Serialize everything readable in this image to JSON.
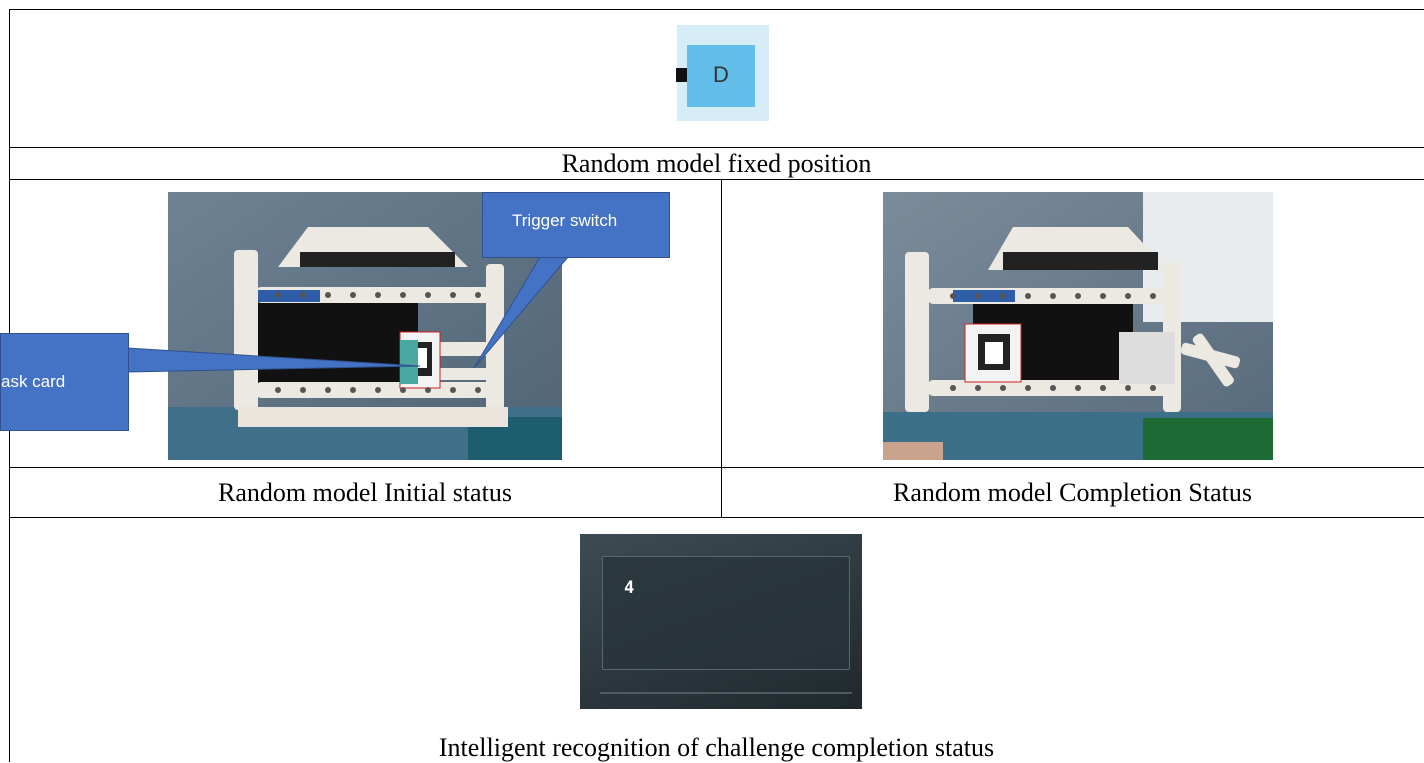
{
  "top_marker": {
    "letter": "D"
  },
  "captions": {
    "fixed_position": "Random model fixed position",
    "initial_status": "Random model Initial status",
    "completion_status": "Random model Completion Status",
    "intelligent_recognition": "Intelligent recognition of challenge completion status"
  },
  "callouts": {
    "trigger_switch": "Trigger switch",
    "task_card": "ask card"
  },
  "screen": {
    "display_number": "4"
  },
  "colors": {
    "callout_fill": "#4472c4",
    "marker_blue": "#62bde8",
    "marker_light": "#d6ecf7"
  }
}
